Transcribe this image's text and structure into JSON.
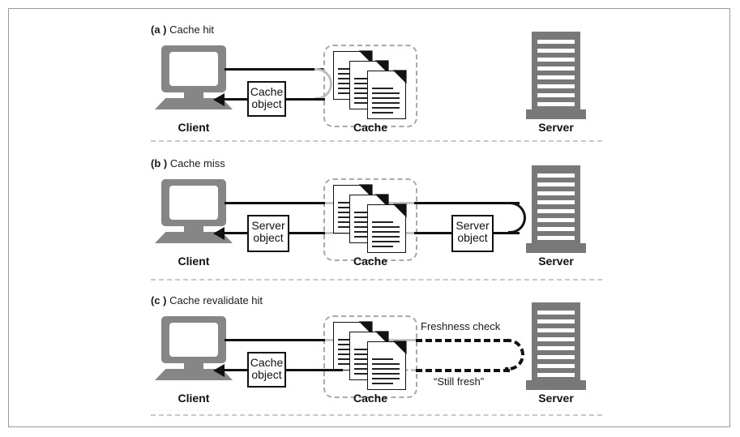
{
  "figure": {
    "title": "HTTP cache hit, miss and revalidate hit diagram",
    "colors": {
      "device_gray": "#868686",
      "server_gray": "#787878",
      "line_black": "#111111",
      "line_gray": "#c4c4c4",
      "dash_gray": "#a8a8a8",
      "frame_border": "#9a9a9a",
      "background": "#ffffff"
    }
  },
  "panels": [
    {
      "id": "a",
      "marker": "(a )",
      "title": "Cache hit",
      "client_label": "Client",
      "cache_label": "Cache",
      "server_label": "Server",
      "object_box": {
        "line1": "Cache",
        "line2": "object"
      },
      "connector": "u-turn-light-inside-cache",
      "flow": "request from client stops at cache; cached object returned to client"
    },
    {
      "id": "b",
      "marker": "(b )",
      "title": "Cache miss",
      "client_label": "Client",
      "cache_label": "Cache",
      "server_label": "Server",
      "object_box": {
        "line1": "Server",
        "line2": "object"
      },
      "object_box_2": {
        "line1": "Server",
        "line2": "object"
      },
      "connector": "u-turn-black-at-server",
      "flow": "request passes through cache to server; server object returned through cache to client"
    },
    {
      "id": "c",
      "marker": "(c )",
      "title": "Cache revalidate hit",
      "client_label": "Client",
      "cache_label": "Cache",
      "server_label": "Server",
      "object_box": {
        "line1": "Cache",
        "line2": "object"
      },
      "connector": "u-turn-dashed-at-server",
      "note_top": "Freshness check",
      "note_bottom": "“Still fresh”",
      "flow": "cache sends freshness check to server; server replies still fresh; cached object returned to client"
    }
  ],
  "icons": {
    "client": "desktop-monitor-icon",
    "server": "server-tower-icon",
    "cache": "document-stack-icon"
  }
}
